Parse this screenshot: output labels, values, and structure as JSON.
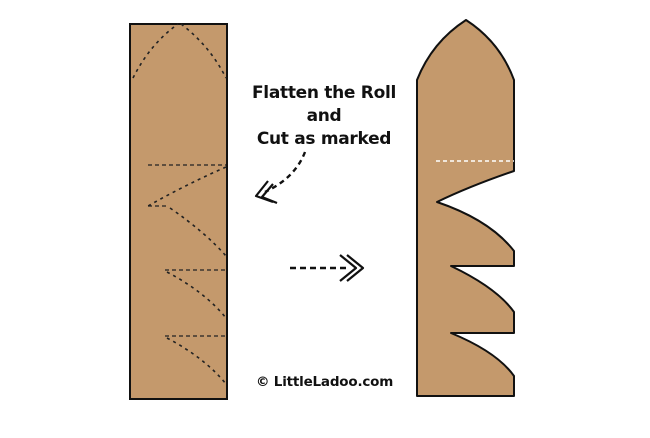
{
  "diagram": {
    "title": "Flattened paper roll cutting template",
    "instruction": {
      "line1": "Flatten the Roll",
      "line2": "and",
      "line3": "Cut as marked"
    },
    "copyright": "© LittleLadoo.com",
    "colors": {
      "paper": "#C4996C",
      "outline": "#111111",
      "cut_marks": "#222222",
      "fold_mark": "#ffffff",
      "background": "#ffffff"
    },
    "left_panel": {
      "label": "flattened-roll-with-cut-marks",
      "shape": "rectangle"
    },
    "right_panel": {
      "label": "cut-result-shape",
      "shape": "pointed-top with three notches"
    },
    "arrows": [
      {
        "name": "instruction-pointer",
        "direction": "down-left"
      },
      {
        "name": "result-arrow",
        "direction": "right"
      }
    ]
  }
}
